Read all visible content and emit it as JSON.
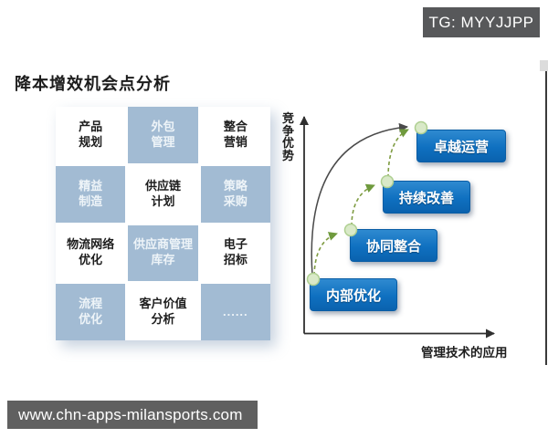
{
  "badge": {
    "label": "TG: MYYJJPP"
  },
  "title": "降本增效机会点分析",
  "matrix": {
    "cells": [
      {
        "label": "产品\n规划"
      },
      {
        "label": "外包\n管理"
      },
      {
        "label": "整合\n营销"
      },
      {
        "label": "精益\n制造"
      },
      {
        "label": "供应链\n计划"
      },
      {
        "label": "策略\n采购"
      },
      {
        "label": "物流网络\n优化"
      },
      {
        "label": "供应商管理\n库存"
      },
      {
        "label": "电子\n招标"
      },
      {
        "label": "流程\n优化"
      },
      {
        "label": "客户价值\n分析"
      },
      {
        "label": "......"
      }
    ]
  },
  "maturity_chart": {
    "y_axis_label": "竞争优势",
    "x_axis_label": "管理技术的应用",
    "stages": [
      {
        "label": "内部优化"
      },
      {
        "label": "协同整合"
      },
      {
        "label": "持续改善"
      },
      {
        "label": "卓越运营"
      }
    ]
  },
  "watermark": {
    "url_text": "www.chn-apps-milansports.com"
  },
  "colors": {
    "matrix_blue": "#a2bbd3",
    "stage_blue": "#0f70c0",
    "dot_green_fill": "#d9e9c8",
    "dot_green_border": "#aecf90",
    "arrow_green": "#7f9c42",
    "curve_gray": "#4a4a4a",
    "axis_black": "#2f2f2f",
    "badge_gray": "#57585a",
    "watermark_gray": "#606060"
  }
}
